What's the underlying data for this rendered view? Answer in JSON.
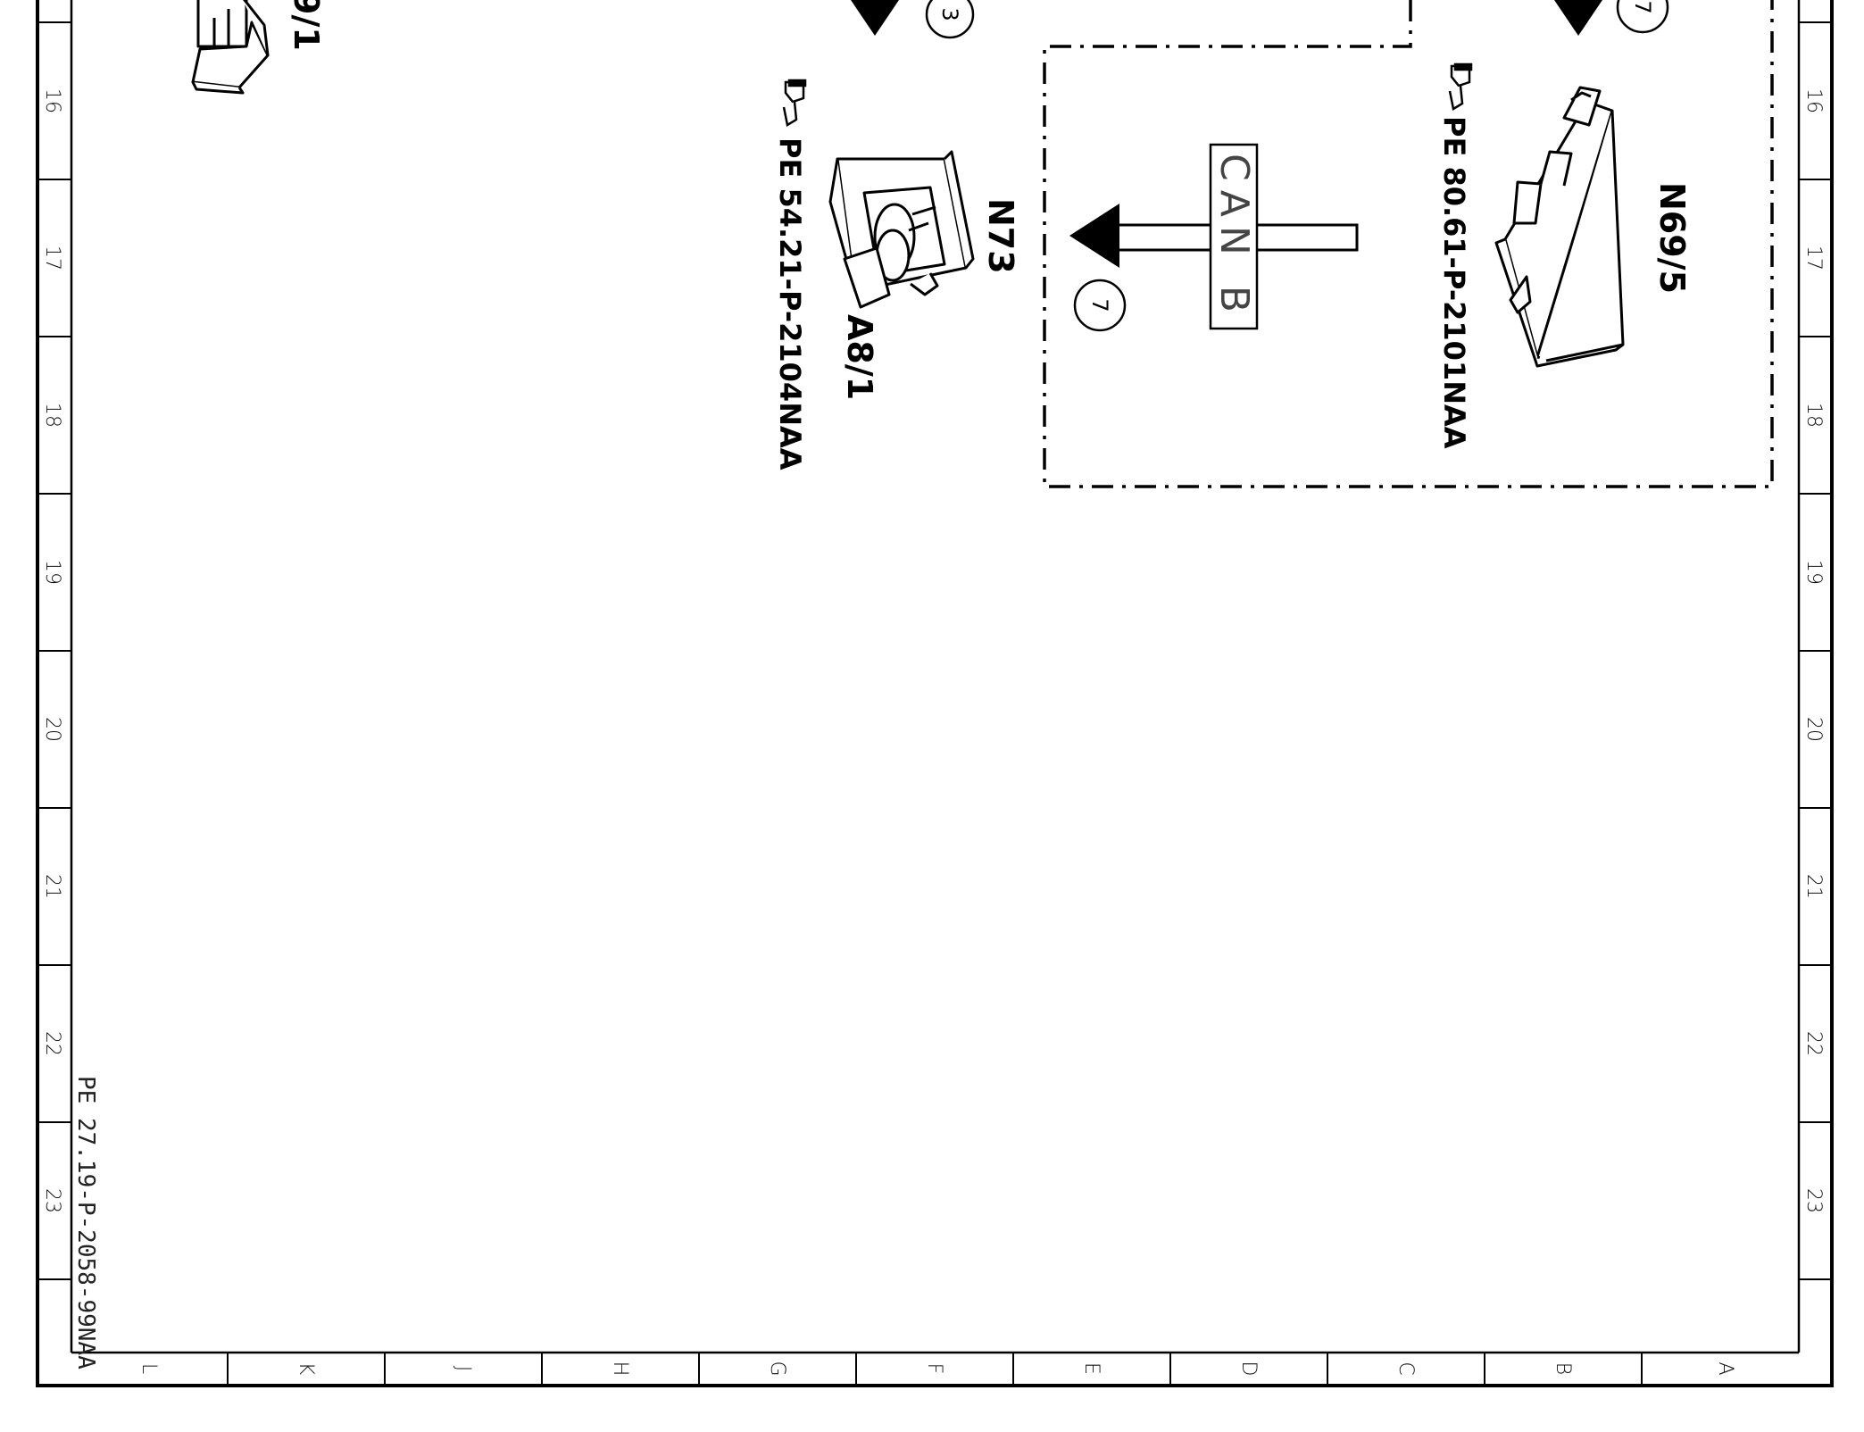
{
  "diagram": {
    "row_zones": [
      "16",
      "17",
      "18",
      "19",
      "20",
      "21",
      "22",
      "23"
    ],
    "col_zones": [
      "L",
      "K",
      "J",
      "H",
      "G",
      "F",
      "E",
      "D",
      "C",
      "B",
      "A"
    ],
    "sheet_reference": "PE 27.19-P-2058-99NAA",
    "components": {
      "top_left_partial_label": "9/1",
      "ignition": {
        "label_n": "N73",
        "label_a": "A8/1",
        "ref": "PE 54.21-P-2104NAA",
        "marker": "3"
      },
      "module": {
        "label": "N69/5",
        "ref": "PE 80.61-P-2101NAA",
        "marker": "7"
      },
      "can_bus": {
        "label": "CAN B",
        "marker": "7"
      }
    }
  }
}
